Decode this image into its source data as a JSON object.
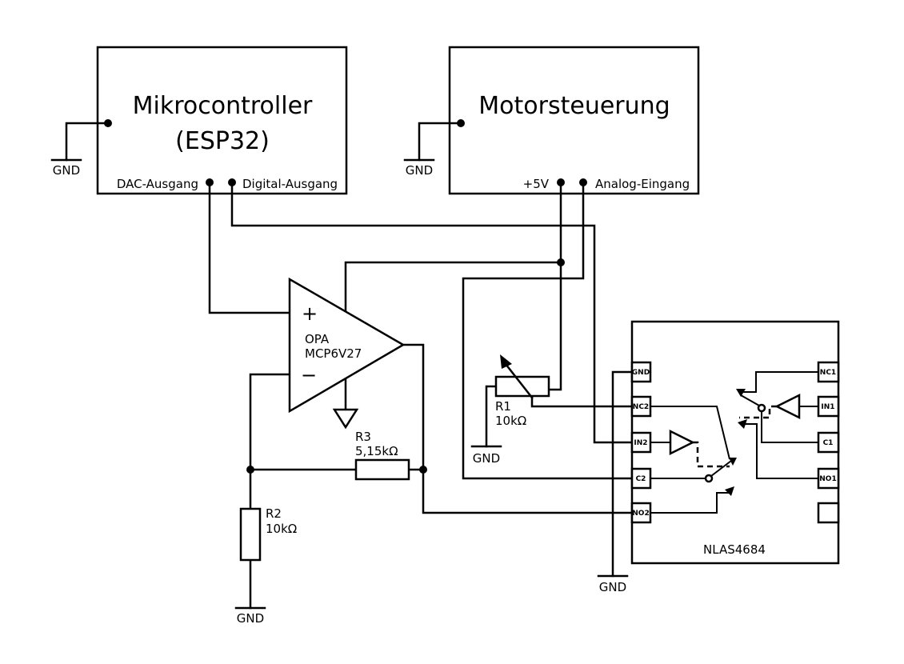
{
  "blocks": {
    "mcu": {
      "title_line1": "Mikrocontroller",
      "title_line2": "(ESP32)",
      "pin_dac": "DAC-Ausgang",
      "pin_digital": "Digital-Ausgang",
      "gnd": "GND"
    },
    "motor": {
      "title": "Motorsteuerung",
      "pin_5v": "+5V",
      "pin_analog": "Analog-Eingang",
      "gnd": "GND"
    }
  },
  "opamp": {
    "label": "OPA",
    "part": "MCP6V27",
    "plus": "+",
    "minus": "−"
  },
  "resistors": {
    "r1": {
      "name": "R1",
      "value": "10kΩ"
    },
    "r2": {
      "name": "R2",
      "value": "10kΩ"
    },
    "r3": {
      "name": "R3",
      "value": "5,15kΩ"
    }
  },
  "switch_ic": {
    "name": "NLAS4684",
    "pins": {
      "gnd": "GND",
      "nc2": "NC2",
      "in2": "IN2",
      "c2": "C2",
      "no2": "NO2",
      "nc1": "NC1",
      "in1": "IN1",
      "c1": "C1",
      "no1": "NO1"
    }
  },
  "grounds": {
    "r1": "GND",
    "r2": "GND",
    "ic": "GND"
  }
}
